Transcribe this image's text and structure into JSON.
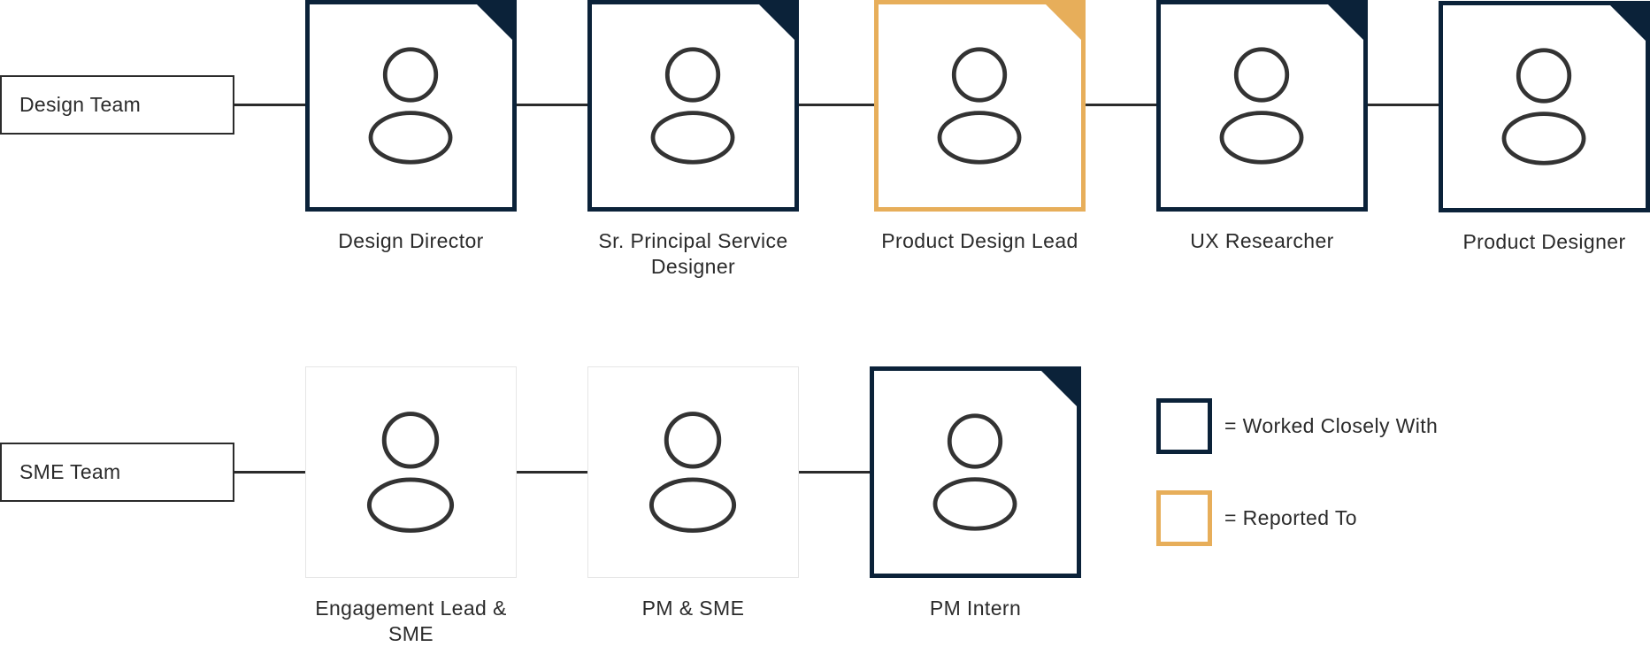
{
  "colors": {
    "worked_closely": "#0b2239",
    "reported_to": "#e7ae5a",
    "line": "#2b2b2b"
  },
  "teams": {
    "design": {
      "label": "Design Team",
      "members": [
        {
          "title": "Design Director",
          "relation": "worked_closely"
        },
        {
          "title": "Sr. Principal Service Designer",
          "relation": "worked_closely"
        },
        {
          "title": "Product Design Lead",
          "relation": "reported_to"
        },
        {
          "title": "UX Researcher",
          "relation": "worked_closely"
        },
        {
          "title": "Product Designer",
          "relation": "worked_closely"
        }
      ]
    },
    "sme": {
      "label": "SME Team",
      "members": [
        {
          "title": "Engagement Lead & SME",
          "relation": "none"
        },
        {
          "title": "PM & SME",
          "relation": "none"
        },
        {
          "title": "PM Intern",
          "relation": "worked_closely"
        }
      ]
    }
  },
  "legend": {
    "worked_closely": "= Worked Closely With",
    "reported_to": "= Reported To"
  },
  "icons": {
    "person": "person-icon",
    "corner": "corner-marker-icon"
  }
}
